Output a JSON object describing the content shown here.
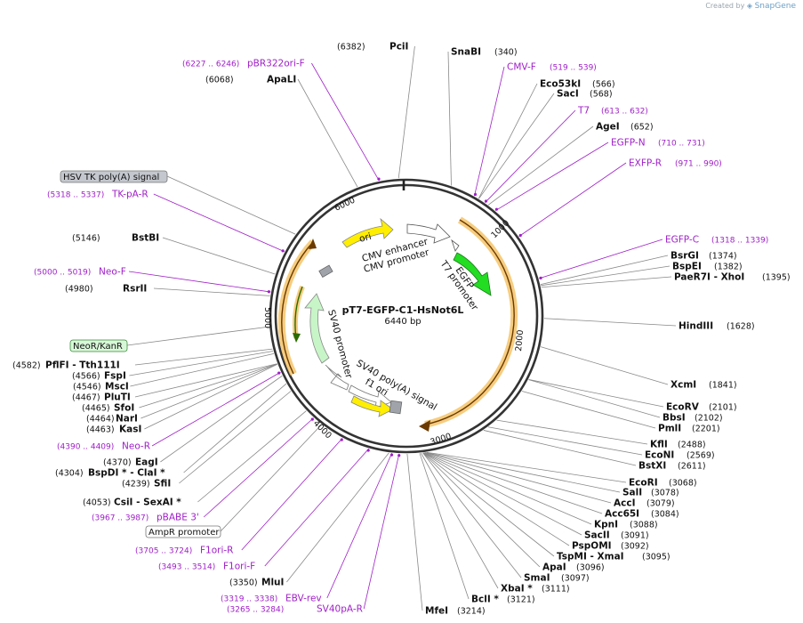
{
  "credit": {
    "prefix": "Created by",
    "brand": "SnapGene"
  },
  "plasmid": {
    "name": "pT7-EGFP-C1-HsNot6L",
    "size_label": "6440 bp",
    "length": 6440
  },
  "ticks": [
    "1000",
    "2000",
    "3000",
    "4000",
    "5000",
    "6000"
  ],
  "colors": {
    "feature_purple": "#a020c8",
    "gfp": "#22dd22",
    "origin": "#ffee00",
    "promoter": "#ffffff",
    "resistance": "#c8f5c8",
    "orf_highlight": "#f4c46a"
  },
  "features": [
    {
      "name": "ori",
      "type": "origin"
    },
    {
      "name": "CMV enhancer",
      "type": "enhancer"
    },
    {
      "name": "CMV promoter",
      "type": "promoter"
    },
    {
      "name": "T7 promoter",
      "type": "promoter"
    },
    {
      "name": "EGFP",
      "type": "gfp"
    },
    {
      "name": "SV40 promoter",
      "type": "promoter"
    },
    {
      "name": "SV40 poly(A) signal",
      "type": "terminator"
    },
    {
      "name": "f1 ori",
      "type": "origin"
    },
    {
      "name": "NeoR/KanR",
      "type": "resistance"
    },
    {
      "name": "HSV TK poly(A) signal",
      "type": "terminator"
    },
    {
      "name": "AmpR promoter",
      "type": "promoter"
    }
  ],
  "labels": {
    "sites": [
      {
        "name": "PciI",
        "pos": "(6382)",
        "bp": 6382
      },
      {
        "name": "SnaBI",
        "pos": "(340)",
        "bp": 340
      },
      {
        "name": "Eco53kI",
        "pos": "(566)",
        "bp": 566
      },
      {
        "name": "SacI",
        "pos": "(568)",
        "bp": 568
      },
      {
        "name": "AgeI",
        "pos": "(652)",
        "bp": 652
      },
      {
        "name": "ApaLI",
        "pos": "(6068)",
        "bp": 6068
      },
      {
        "name": "BstBI",
        "pos": "(5146)",
        "bp": 5146
      },
      {
        "name": "RsrII",
        "pos": "(4980)",
        "bp": 4980
      },
      {
        "name": "BsrGI",
        "pos": "(1374)",
        "bp": 1374
      },
      {
        "name": "BspEI",
        "pos": "(1382)",
        "bp": 1382
      },
      {
        "name": "PaeR7I - XhoI",
        "pos": "(1395)",
        "bp": 1395
      },
      {
        "name": "HindIII",
        "pos": "(1628)",
        "bp": 1628
      },
      {
        "name": "XcmI",
        "pos": "(1841)",
        "bp": 1841
      },
      {
        "name": "EcoRV",
        "pos": "(2101)",
        "bp": 2101
      },
      {
        "name": "BbsI",
        "pos": "(2102)",
        "bp": 2102
      },
      {
        "name": "PmlI",
        "pos": "(2201)",
        "bp": 2201
      },
      {
        "name": "KflI",
        "pos": "(2488)",
        "bp": 2488
      },
      {
        "name": "EcoNI",
        "pos": "(2569)",
        "bp": 2569
      },
      {
        "name": "BstXI",
        "pos": "(2611)",
        "bp": 2611
      },
      {
        "name": "EcoRI",
        "pos": "(3068)",
        "bp": 3068
      },
      {
        "name": "SalI",
        "pos": "(3078)",
        "bp": 3078
      },
      {
        "name": "AccI",
        "pos": "(3079)",
        "bp": 3079
      },
      {
        "name": "Acc65I",
        "pos": "(3084)",
        "bp": 3084
      },
      {
        "name": "KpnI",
        "pos": "(3088)",
        "bp": 3088
      },
      {
        "name": "SacII",
        "pos": "(3091)",
        "bp": 3091
      },
      {
        "name": "PspOMI",
        "pos": "(3092)",
        "bp": 3092
      },
      {
        "name": "TspMI - XmaI",
        "pos": "(3095)",
        "bp": 3095
      },
      {
        "name": "ApaI",
        "pos": "(3096)",
        "bp": 3096
      },
      {
        "name": "SmaI",
        "pos": "(3097)",
        "bp": 3097
      },
      {
        "name": "XbaI *",
        "pos": "(3111)",
        "bp": 3111
      },
      {
        "name": "BclI *",
        "pos": "(3121)",
        "bp": 3121
      },
      {
        "name": "MfeI",
        "pos": "(3214)",
        "bp": 3214
      },
      {
        "name": "MluI",
        "pos": "(3350)",
        "bp": 3350
      },
      {
        "name": "CsiI - SexAI *",
        "pos": "(4053)",
        "bp": 4053
      },
      {
        "name": "SfiI",
        "pos": "(4239)",
        "bp": 4239
      },
      {
        "name": "BspDI * - ClaI *",
        "pos": "(4304)",
        "bp": 4304
      },
      {
        "name": "EagI",
        "pos": "(4370)",
        "bp": 4370
      },
      {
        "name": "KasI",
        "pos": "(4463)",
        "bp": 4463
      },
      {
        "name": "NarI",
        "pos": "(4464)",
        "bp": 4464
      },
      {
        "name": "SfoI",
        "pos": "(4465)",
        "bp": 4465
      },
      {
        "name": "PluTI",
        "pos": "(4467)",
        "bp": 4467
      },
      {
        "name": "MscI",
        "pos": "(4546)",
        "bp": 4546
      },
      {
        "name": "FspI",
        "pos": "(4566)",
        "bp": 4566
      },
      {
        "name": "PflFI - Tth111I",
        "pos": "(4582)",
        "bp": 4582
      }
    ],
    "primers": [
      {
        "name": "pBR322ori-F",
        "pos": "(6227 .. 6246)",
        "bp": 6236
      },
      {
        "name": "CMV-F",
        "pos": "(519 .. 539)",
        "bp": 529
      },
      {
        "name": "T7",
        "pos": "(613 .. 632)",
        "bp": 622
      },
      {
        "name": "EGFP-N",
        "pos": "(710 .. 731)",
        "bp": 720
      },
      {
        "name": "EXFP-R",
        "pos": "(971 .. 990)",
        "bp": 980
      },
      {
        "name": "TK-pA-R",
        "pos": "(5318 .. 5337)",
        "bp": 5327
      },
      {
        "name": "Neo-F",
        "pos": "(5000 .. 5019)",
        "bp": 5009
      },
      {
        "name": "EGFP-C",
        "pos": "(1318 .. 1339)",
        "bp": 1328
      },
      {
        "name": "Neo-R",
        "pos": "(4390 .. 4409)",
        "bp": 4399
      },
      {
        "name": "pBABE 3'",
        "pos": "(3967 .. 3987)",
        "bp": 3977
      },
      {
        "name": "F1ori-R",
        "pos": "(3705 .. 3724)",
        "bp": 3714
      },
      {
        "name": "F1ori-F",
        "pos": "(3493 .. 3514)",
        "bp": 3503
      },
      {
        "name": "EBV-rev",
        "pos": "(3319 .. 3338)",
        "bp": 3328
      },
      {
        "name": "SV40pA-R",
        "pos": "(3265 .. 3284)",
        "bp": 3274
      }
    ],
    "boxed": [
      {
        "name": "HSV TK poly(A) signal",
        "bp": 5480
      },
      {
        "name": "NeoR/KanR",
        "bp": 4750
      },
      {
        "name": "AmpR promoter",
        "bp": 3900
      }
    ]
  }
}
